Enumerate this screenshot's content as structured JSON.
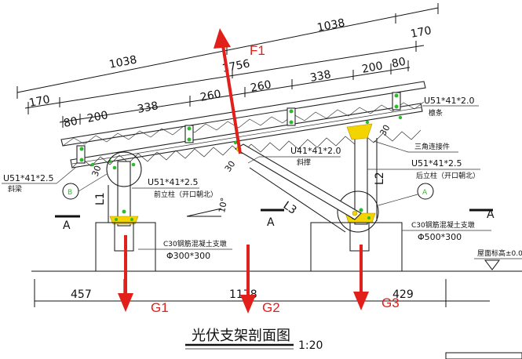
{
  "drawing": {
    "dimensions": {
      "top_1038_right": "1038",
      "top_170_right": "170",
      "mid_1038_left": "1038",
      "mid_1756": "1756",
      "left_170": "170",
      "row_80_left": "80",
      "row_200_left": "200",
      "row_338_left": "338",
      "row_260_a": "260",
      "row_260_b": "260",
      "row_338_right": "338",
      "row_200_right": "200",
      "row_80_right": "80",
      "bottom_457": "457",
      "bottom_1178": "1178",
      "bottom_429": "429",
      "angle_30_left": "30",
      "angle_30_mid": "30",
      "angle_30_right": "30",
      "angle_10": "10°",
      "height_L1": "L1",
      "height_L2": "L2",
      "length_L3": "L3"
    },
    "labels": {
      "purlin_profile": "U51*41*2.0",
      "purlin_name": "檩条",
      "beam_profile": "U51*41*2.5",
      "beam_name": "斜梁",
      "front_col_profile": "U51*41*2.5",
      "front_col_name": "前立柱（开口朝北）",
      "brace_profile": "U41*41*2.0",
      "brace_name": "斜撑",
      "triangle_connector": "三角连接件",
      "rear_col_profile": "U51*41*2.5",
      "rear_col_name": "后立柱（开口朝北）",
      "front_pier_name": "C30钢筋混凝土支墩",
      "front_pier_size": "Φ300*300",
      "rear_pier_name": "C30钢筋混凝土支墩",
      "rear_pier_size": "Φ500*300",
      "roof_level": "屋面标高±0.0",
      "section_A_left": "A",
      "section_A_mid": "A",
      "section_A_right": "A",
      "detail_B": "B",
      "detail_A": "A"
    },
    "forces": {
      "f1": "F1",
      "g1": "G1",
      "g2": "G2",
      "g3": "G3"
    },
    "title": "光伏支架剖面图",
    "scale": "1:20",
    "colors": {
      "force": "#e1201c",
      "bolt": "#2dbb2d",
      "plate": "#f4d400"
    }
  }
}
